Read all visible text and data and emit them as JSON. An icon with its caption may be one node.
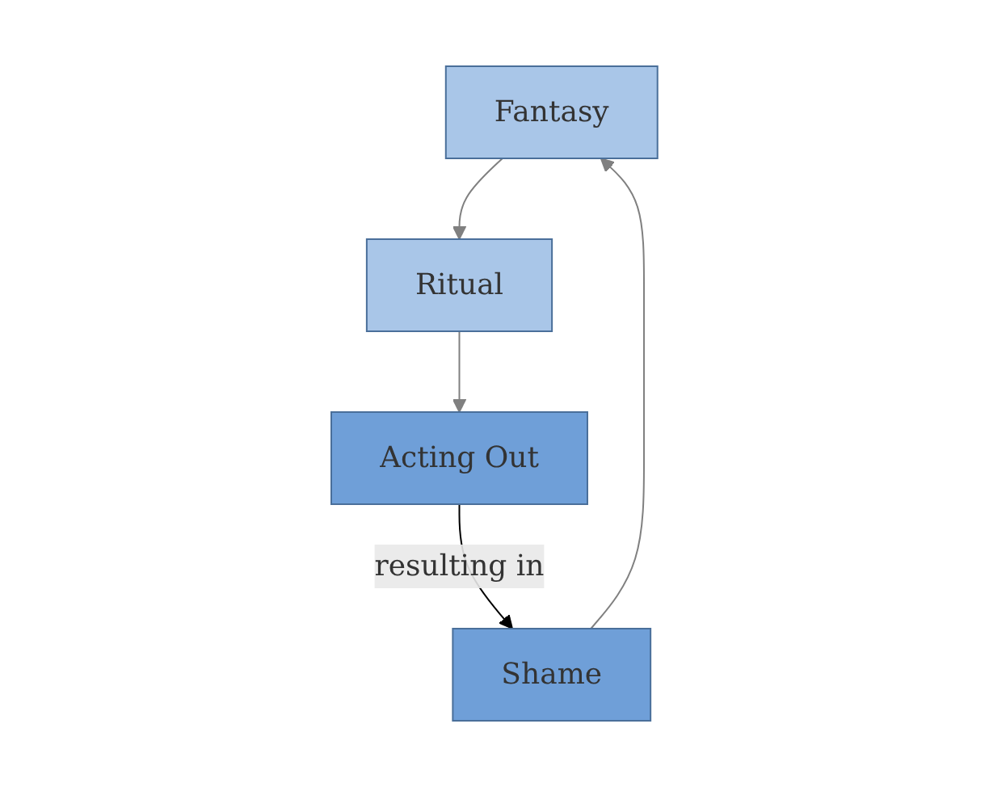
{
  "diagram": {
    "nodes": [
      {
        "text": [
          "Fantasy"
        ]
      },
      {
        "text": [
          "Ritual"
        ]
      },
      {
        "text": [
          "Acting Out"
        ]
      },
      {
        "text": [
          "Shame"
        ]
      }
    ],
    "edges": [
      {
        "from": 0,
        "to": 1,
        "arrow": "to"
      },
      {
        "from": 1,
        "to": 2,
        "arrow": "to"
      },
      {
        "from": 2,
        "to": 3,
        "arrow": "to",
        "label": "resulting in",
        "color": "#000000"
      },
      {
        "from": 3,
        "to": 0,
        "arrow": "to"
      }
    ]
  }
}
